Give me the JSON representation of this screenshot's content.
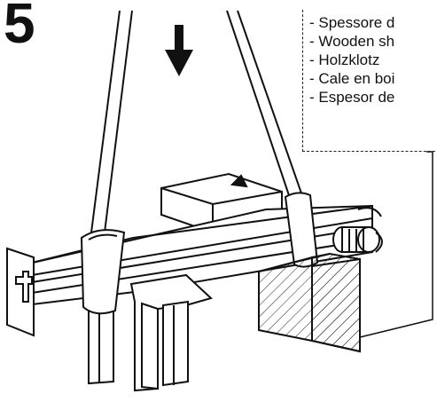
{
  "step": {
    "number": "5"
  },
  "callout": {
    "lines": [
      "- Spessore d",
      "- Wooden sh",
      "- Holzklotz",
      "- Cale en boi",
      "- Espesor de"
    ]
  },
  "icons": {
    "arrow": "down-arrow-icon",
    "hazard": "warning-triangle-icon"
  },
  "colors": {
    "line": "#111111",
    "background": "#ffffff"
  }
}
